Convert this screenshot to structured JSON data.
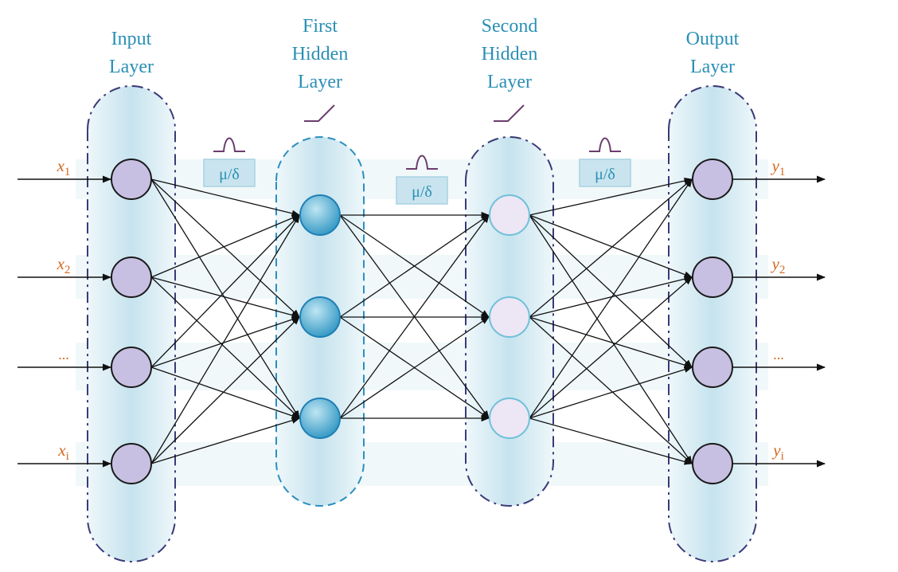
{
  "layers": [
    {
      "id": "input",
      "title_lines": [
        "Input",
        "Layer"
      ],
      "node_count": 4,
      "node_fill": "#c8c0e2",
      "node_stroke": "#1a1a1a",
      "border_color": "#3a3a78",
      "activation": null
    },
    {
      "id": "hidden1",
      "title_lines": [
        "First",
        "Hidden",
        "Layer"
      ],
      "node_count": 3,
      "node_fill": "#3aa3c9",
      "node_stroke": "#1e7fb5",
      "border_color": "#2a8fc0",
      "activation": "ramp"
    },
    {
      "id": "hidden2",
      "title_lines": [
        "Second",
        "Hidden",
        "Layer"
      ],
      "node_count": 3,
      "node_fill": "#ede6f5",
      "node_stroke": "#6fc0d8",
      "border_color": "#3a3a78",
      "activation": "ramp"
    },
    {
      "id": "output",
      "title_lines": [
        "Output",
        "Layer"
      ],
      "node_count": 4,
      "node_fill": "#c8c0e2",
      "node_stroke": "#1a1a1a",
      "border_color": "#3a3a78",
      "activation": null
    }
  ],
  "inputs": [
    {
      "label": "x",
      "sub": "1"
    },
    {
      "label": "x",
      "sub": "2"
    },
    {
      "label": "...",
      "sub": ""
    },
    {
      "label": "x",
      "sub": "i"
    }
  ],
  "outputs": [
    {
      "label": "y",
      "sub": "1"
    },
    {
      "label": "y",
      "sub": "2"
    },
    {
      "label": "...",
      "sub": ""
    },
    {
      "label": "y",
      "sub": "i"
    }
  ],
  "normalization_label": "μ/δ",
  "normalization_icon": "bell-curve-icon",
  "activation_icon": "ramp-activation-icon",
  "colors": {
    "accent": "#2a8fb5",
    "io_text": "#d2691e",
    "norm_box": "#c9e4ee",
    "norm_box_border": "#a8d2e2",
    "icon_stroke": "#6b3d6e",
    "band": "#d7ebf2"
  }
}
